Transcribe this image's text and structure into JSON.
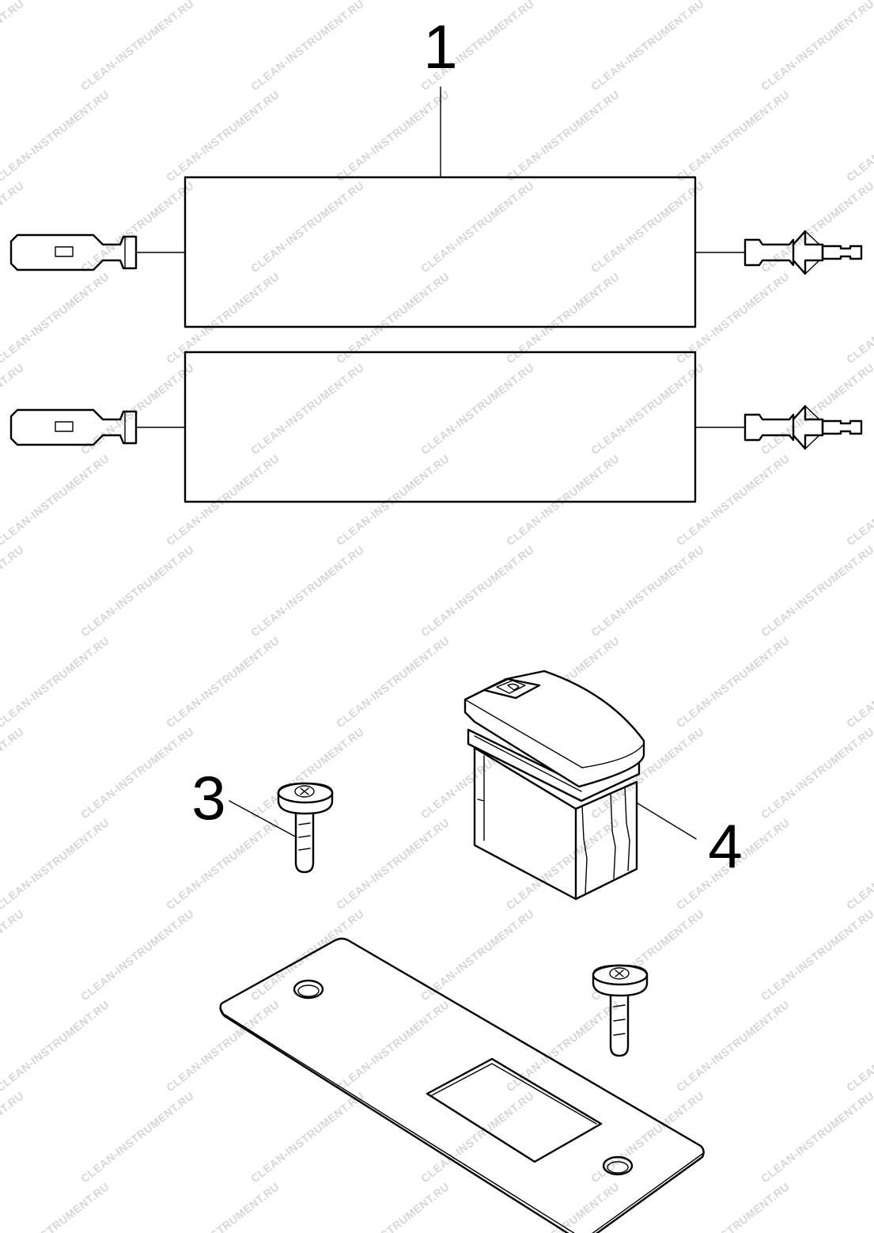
{
  "callouts": {
    "part_1": "1",
    "part_3": "3",
    "part_4": "4"
  },
  "watermark": "CLEAN-INSTRUMENT.RU",
  "parts": {
    "harness_upper": "wire-harness",
    "harness_lower": "wire-harness",
    "screw": "screw",
    "switch": "rocker-switch",
    "plate": "mounting-plate"
  }
}
